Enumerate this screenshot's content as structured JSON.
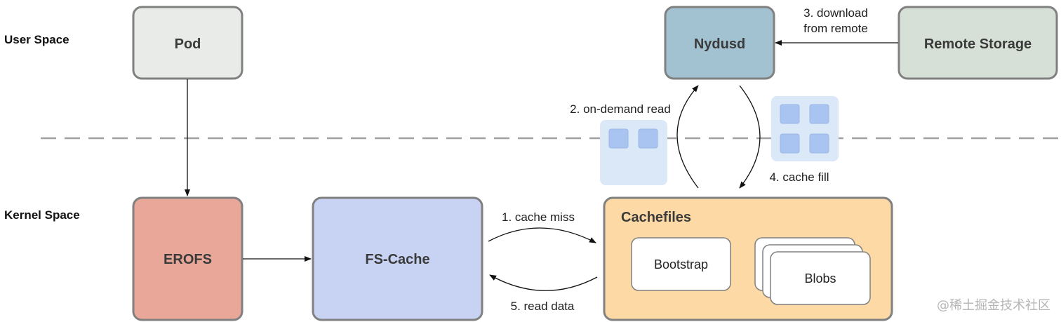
{
  "labels": {
    "user_space": "User Space",
    "kernel_space": "Kernel Space"
  },
  "nodes": {
    "pod": "Pod",
    "nydusd": "Nydusd",
    "remote_storage": "Remote Storage",
    "erofs": "EROFS",
    "fs_cache": "FS-Cache",
    "cachefiles": "Cachefiles",
    "bootstrap": "Bootstrap",
    "blobs": "Blobs"
  },
  "edges": {
    "download_line1": "3. download",
    "download_line2": "from remote",
    "on_demand_read": "2. on-demand read",
    "cache_fill": "4. cache fill",
    "cache_miss": "1. cache miss",
    "read_data": "5. read data"
  },
  "watermark": "@稀土掘金技术社区",
  "colors": {
    "pod": "#e8ebe8",
    "nydusd": "#a3c2d1",
    "remote_storage": "#d6e0d6",
    "erofs": "#e8a799",
    "fs_cache": "#c8d3f4",
    "cachefiles": "#fdd9a6",
    "block_bg": "#dbe8f8",
    "block_cell": "#a9c4f0",
    "border": "#808080"
  }
}
